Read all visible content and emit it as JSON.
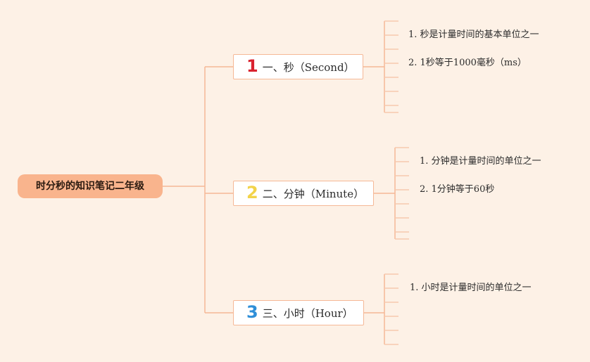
{
  "root": {
    "label": "时分秒的知识笔记二年级"
  },
  "branches": [
    {
      "number": "1",
      "number_color": "#d9222f",
      "label": "一、秒（Second）",
      "items": [
        "1. 秒是计量时间的基本单位之一",
        "2. 1秒等于1000毫秒（ms）"
      ]
    },
    {
      "number": "2",
      "number_color": "#f2d34a",
      "label": "二、分钟（Minute）",
      "items": [
        "1. 分钟是计量时间的单位之一",
        "2. 1分钟等于60秒"
      ]
    },
    {
      "number": "3",
      "number_color": "#2f8fd8",
      "label": "三、小时（Hour）",
      "items": [
        "1. 小时是计量时间的单位之一"
      ]
    }
  ],
  "colors": {
    "background": "#fdf1e6",
    "root_fill": "#f9b48d",
    "line": "#f5b896",
    "stub": "#f7c9ae"
  }
}
